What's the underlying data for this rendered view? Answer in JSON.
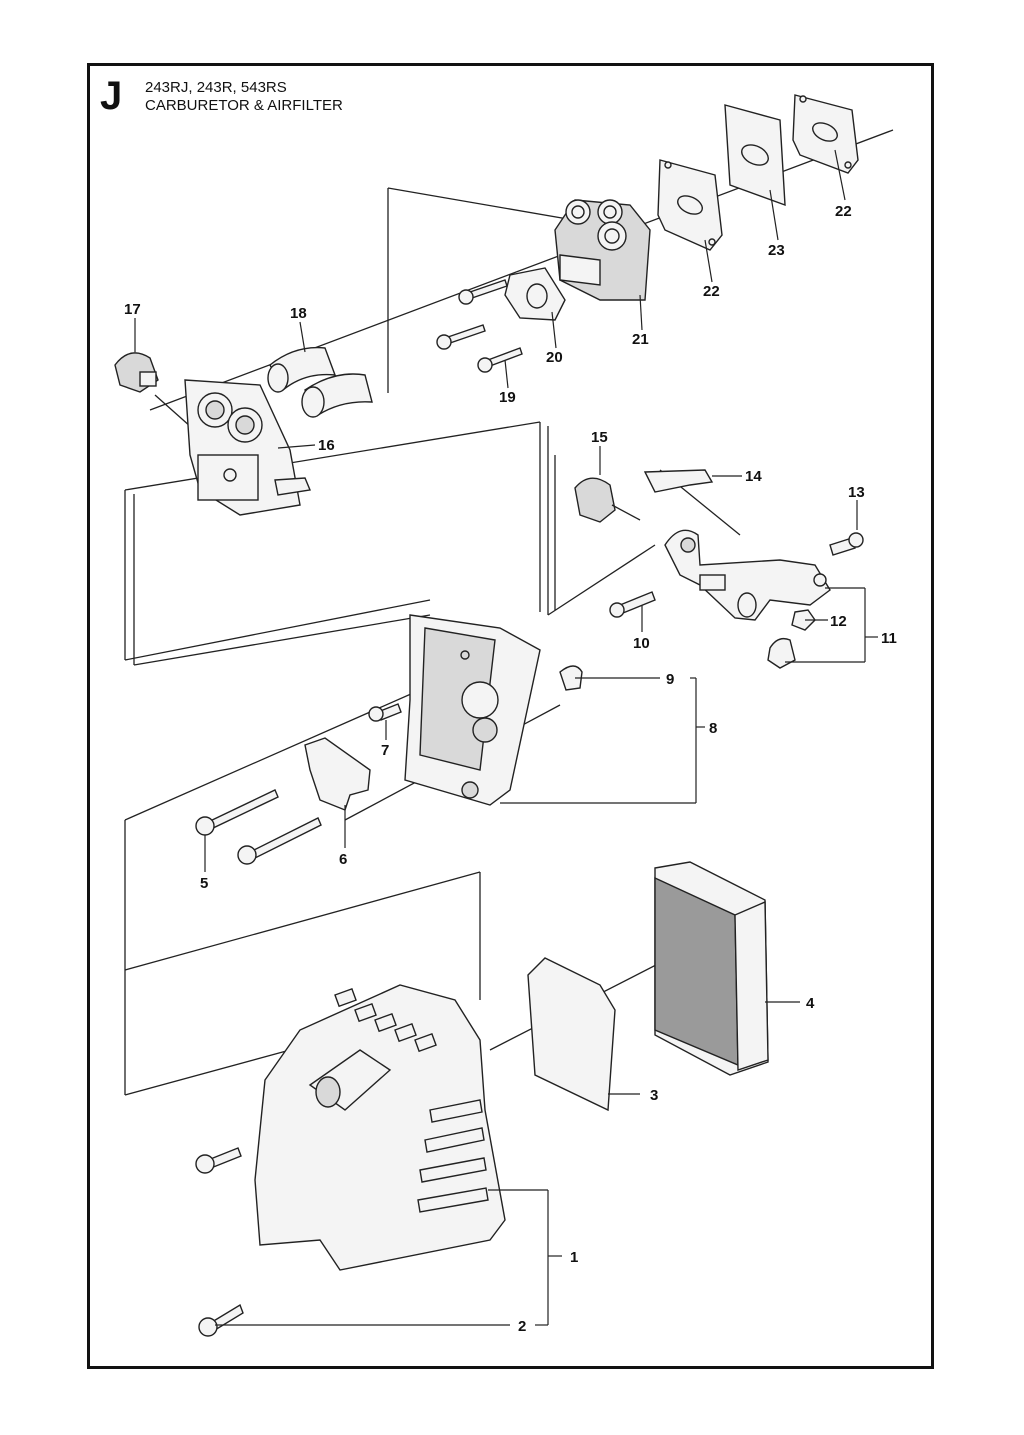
{
  "header": {
    "section_letter": "J",
    "models": "243RJ, 243R, 543RS",
    "subtitle": "CARBURETOR & AIRFILTER"
  },
  "callouts": [
    {
      "id": "callout-22a",
      "label": "22"
    },
    {
      "id": "callout-23",
      "label": "23"
    },
    {
      "id": "callout-22b",
      "label": "22"
    },
    {
      "id": "callout-21",
      "label": "21"
    },
    {
      "id": "callout-20",
      "label": "20"
    },
    {
      "id": "callout-19",
      "label": "19"
    },
    {
      "id": "callout-18",
      "label": "18"
    },
    {
      "id": "callout-17",
      "label": "17"
    },
    {
      "id": "callout-16",
      "label": "16"
    },
    {
      "id": "callout-15",
      "label": "15"
    },
    {
      "id": "callout-14",
      "label": "14"
    },
    {
      "id": "callout-13",
      "label": "13"
    },
    {
      "id": "callout-12",
      "label": "12"
    },
    {
      "id": "callout-11",
      "label": "11"
    },
    {
      "id": "callout-10",
      "label": "10"
    },
    {
      "id": "callout-9",
      "label": "9"
    },
    {
      "id": "callout-8",
      "label": "8"
    },
    {
      "id": "callout-7",
      "label": "7"
    },
    {
      "id": "callout-6",
      "label": "6"
    },
    {
      "id": "callout-5",
      "label": "5"
    },
    {
      "id": "callout-4",
      "label": "4"
    },
    {
      "id": "callout-3",
      "label": "3"
    },
    {
      "id": "callout-2",
      "label": "2"
    },
    {
      "id": "callout-1",
      "label": "1"
    }
  ]
}
